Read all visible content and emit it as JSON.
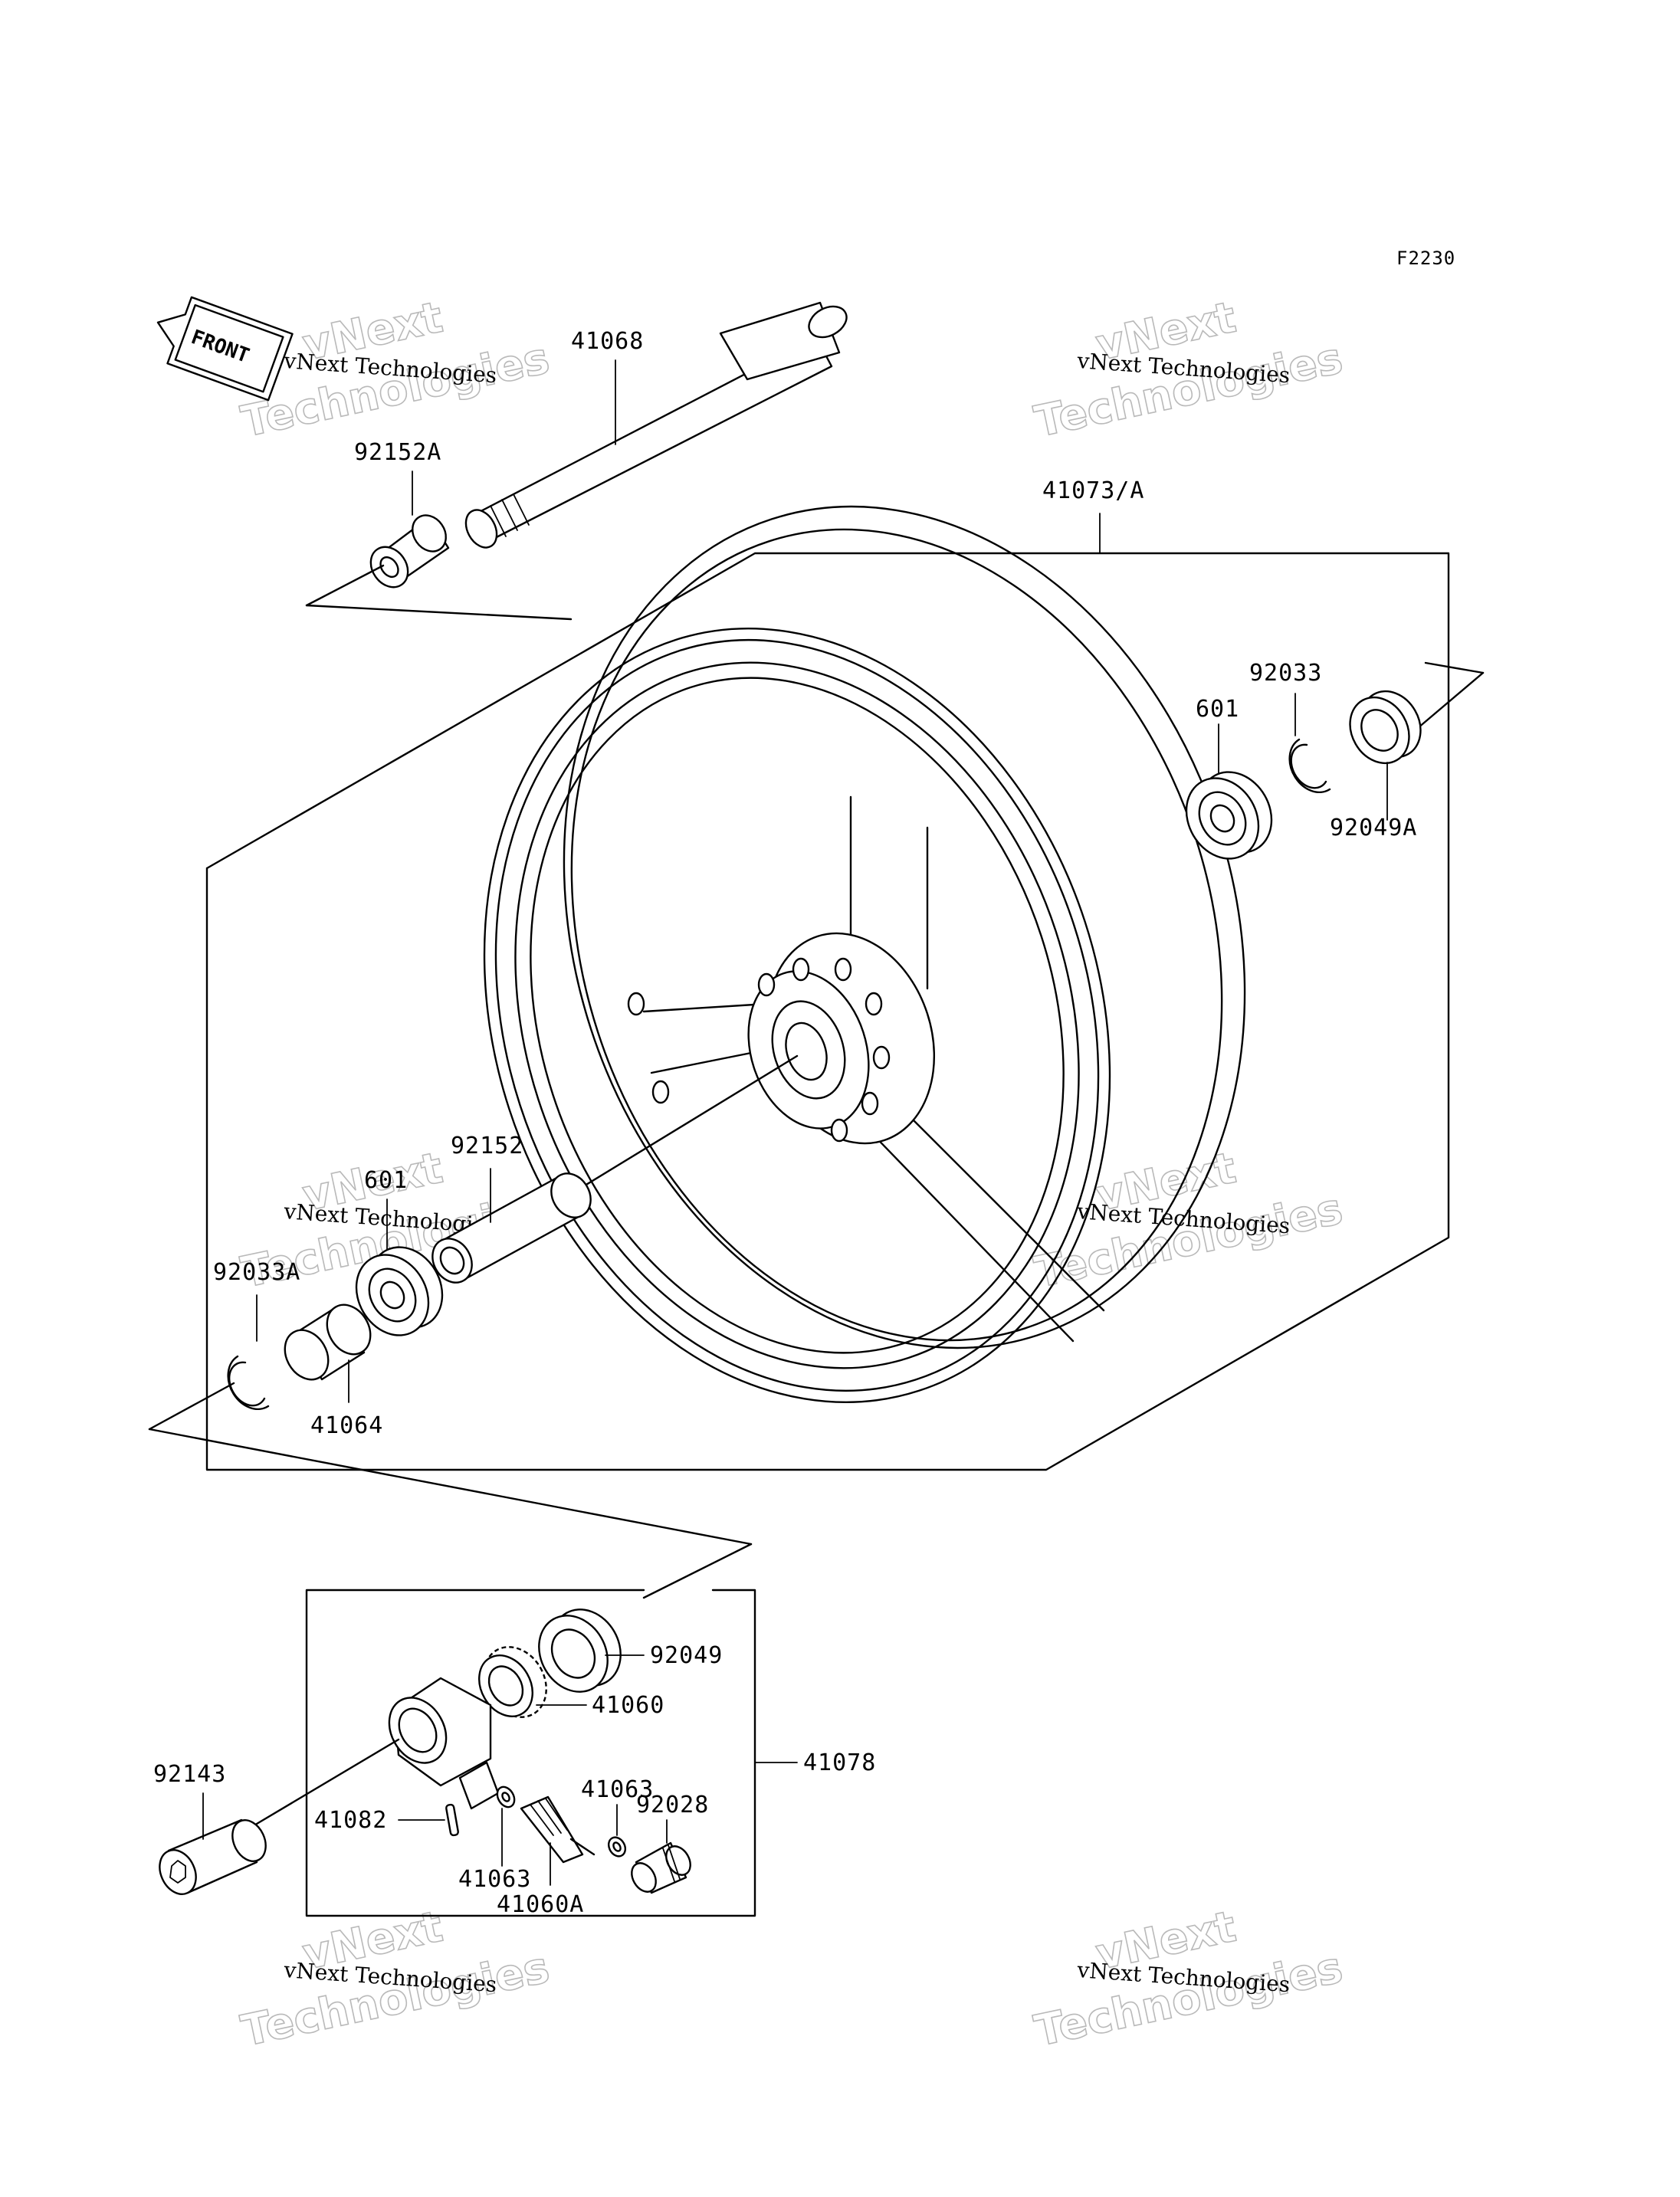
{
  "diagram": {
    "code": "F2230",
    "front_label": "FRONT",
    "parts": {
      "p41068": "41068",
      "p92152A": "92152A",
      "p41073A": "41073/A",
      "p92033": "92033",
      "p601_right": "601",
      "p92049A": "92049A",
      "p92152": "92152",
      "p601_left": "601",
      "p92033A": "92033A",
      "p41064": "41064",
      "p92049": "92049",
      "p41060": "41060",
      "p41078": "41078",
      "p92143": "92143",
      "p41063_top": "41063",
      "p92028": "92028",
      "p41082": "41082",
      "p41063_bottom": "41063",
      "p41060A": "41060A"
    },
    "watermark": {
      "small": "vNext Technologies",
      "big_top": "vNext",
      "big_bottom": "Technologies"
    }
  }
}
